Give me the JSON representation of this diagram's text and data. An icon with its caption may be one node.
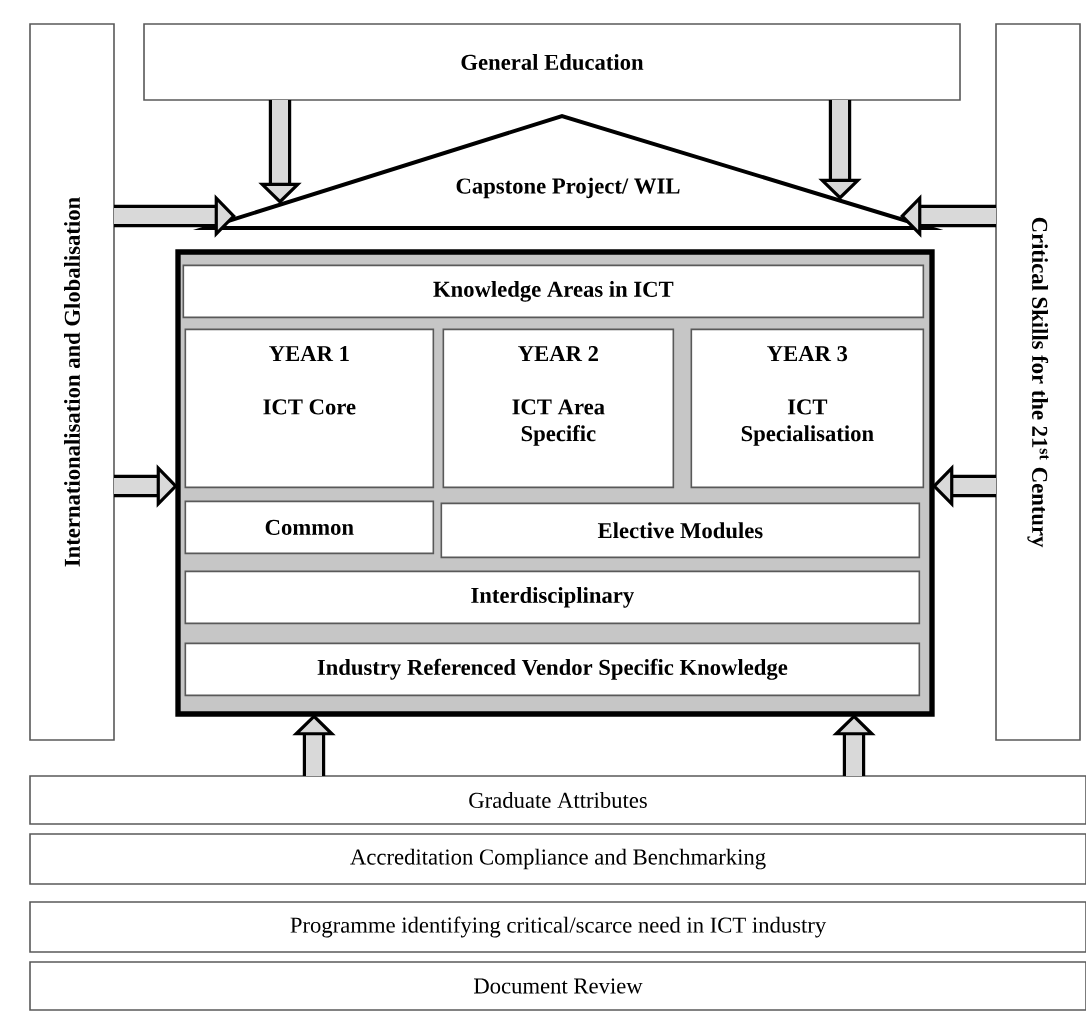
{
  "diagram": {
    "nodes": [
      {
        "text": [
          "General Education"
        ]
      },
      {
        "text": [
          "Internationalisation and Globalisation"
        ]
      },
      {
        "text": [
          "Critical Skills for the 21$^{st}$ Century"
        ]
      },
      {
        "text": [
          "Capstone Project/ WIL"
        ]
      },
      {
        "text": [],
        "shape": "box"
      },
      {
        "text": [
          "Knowledge Areas in ICT"
        ],
        "in": 4
      },
      {
        "text": [
          "YEAR 1",
          "ICT Core"
        ],
        "in": 4
      },
      {
        "text": [
          "YEAR 2",
          "ICT Area Specific"
        ],
        "in": 4
      },
      {
        "text": [
          "YEAR 3",
          "ICT Specialisation"
        ],
        "in": 4
      },
      {
        "text": [
          "Common"
        ],
        "in": 4
      },
      {
        "text": [
          "Elective Modules"
        ],
        "in": 4
      },
      {
        "text": [
          "Interdisciplinary"
        ],
        "in": 4
      },
      {
        "text": [
          "Industry Referenced Vendor Specific Knowledge"
        ],
        "in": 4
      },
      {
        "text": [
          "Graduate Attributes"
        ]
      },
      {
        "text": [
          "Accreditation Compliance and Benchmarking"
        ]
      },
      {
        "text": [
          "Programme identifying critical/scarce need in ICT industry"
        ]
      },
      {
        "text": [
          "Document Review"
        ]
      }
    ],
    "edges": [
      {
        "from": 0,
        "to": 3,
        "arrow": "to"
      },
      {
        "from": 0,
        "to": 3,
        "arrow": "to"
      },
      {
        "from": 1,
        "to": 3,
        "arrow": "to"
      },
      {
        "from": 2,
        "to": 3,
        "arrow": "to"
      },
      {
        "from": 1,
        "to": 4,
        "arrow": "to"
      },
      {
        "from": 2,
        "to": 4,
        "arrow": "to"
      },
      {
        "from": 13,
        "to": 4,
        "arrow": "to"
      },
      {
        "from": 13,
        "to": 4,
        "arrow": "to"
      }
    ]
  }
}
